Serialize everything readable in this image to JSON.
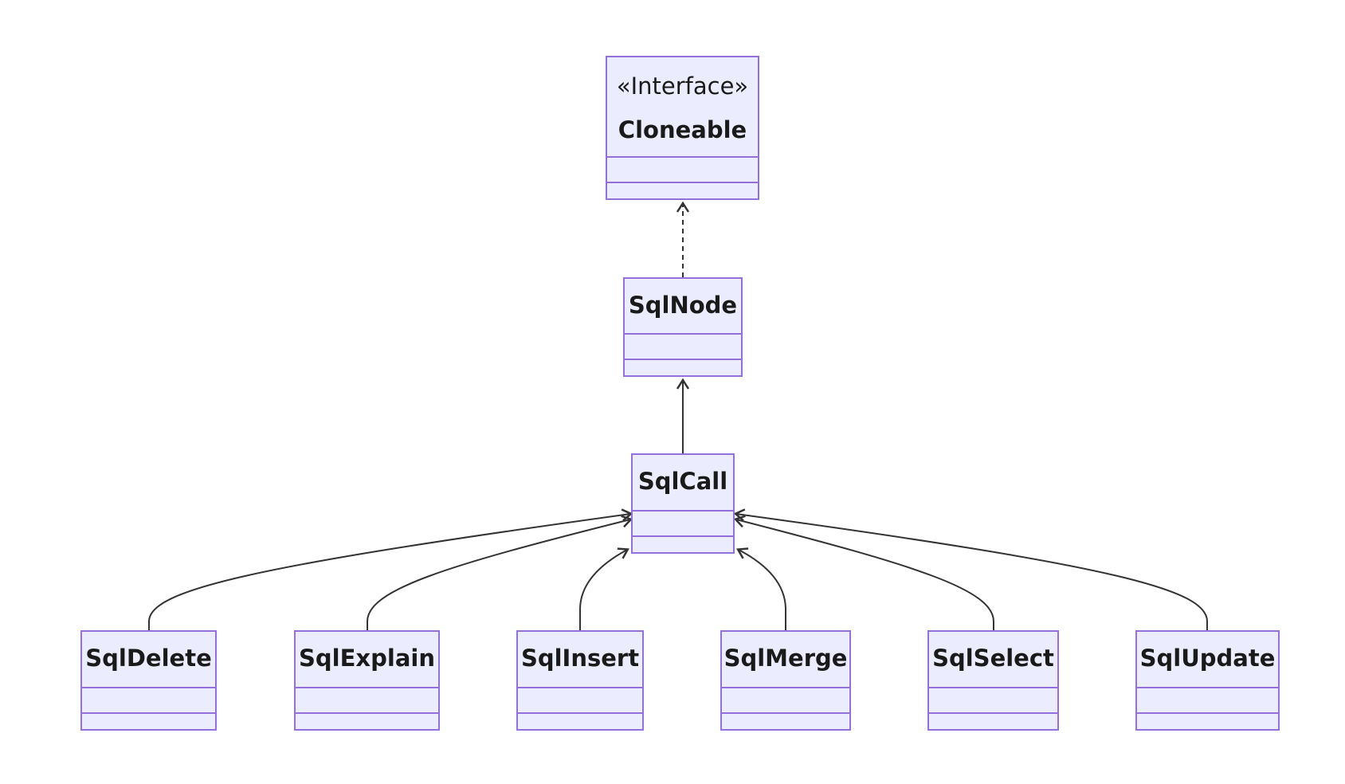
{
  "diagram": {
    "type": "class-diagram",
    "colors": {
      "box_fill": "#ECECFF",
      "box_stroke": "#9370DB",
      "edge": "#333333"
    },
    "classes": [
      {
        "id": "cloneable",
        "name": "Cloneable",
        "stereotype": "«Interface»"
      },
      {
        "id": "sqlnode",
        "name": "SqlNode"
      },
      {
        "id": "sqlcall",
        "name": "SqlCall"
      },
      {
        "id": "sqldelete",
        "name": "SqlDelete"
      },
      {
        "id": "sqlexplain",
        "name": "SqlExplain"
      },
      {
        "id": "sqlinsert",
        "name": "SqlInsert"
      },
      {
        "id": "sqlmerge",
        "name": "SqlMerge"
      },
      {
        "id": "sqlselect",
        "name": "SqlSelect"
      },
      {
        "id": "sqlupdate",
        "name": "SqlUpdate"
      }
    ],
    "relations": [
      {
        "from": "sqlnode",
        "to": "cloneable",
        "kind": "realization"
      },
      {
        "from": "sqlcall",
        "to": "sqlnode",
        "kind": "inheritance"
      },
      {
        "from": "sqldelete",
        "to": "sqlcall",
        "kind": "inheritance"
      },
      {
        "from": "sqlexplain",
        "to": "sqlcall",
        "kind": "inheritance"
      },
      {
        "from": "sqlinsert",
        "to": "sqlcall",
        "kind": "inheritance"
      },
      {
        "from": "sqlmerge",
        "to": "sqlcall",
        "kind": "inheritance"
      },
      {
        "from": "sqlselect",
        "to": "sqlcall",
        "kind": "inheritance"
      },
      {
        "from": "sqlupdate",
        "to": "sqlcall",
        "kind": "inheritance"
      }
    ]
  }
}
